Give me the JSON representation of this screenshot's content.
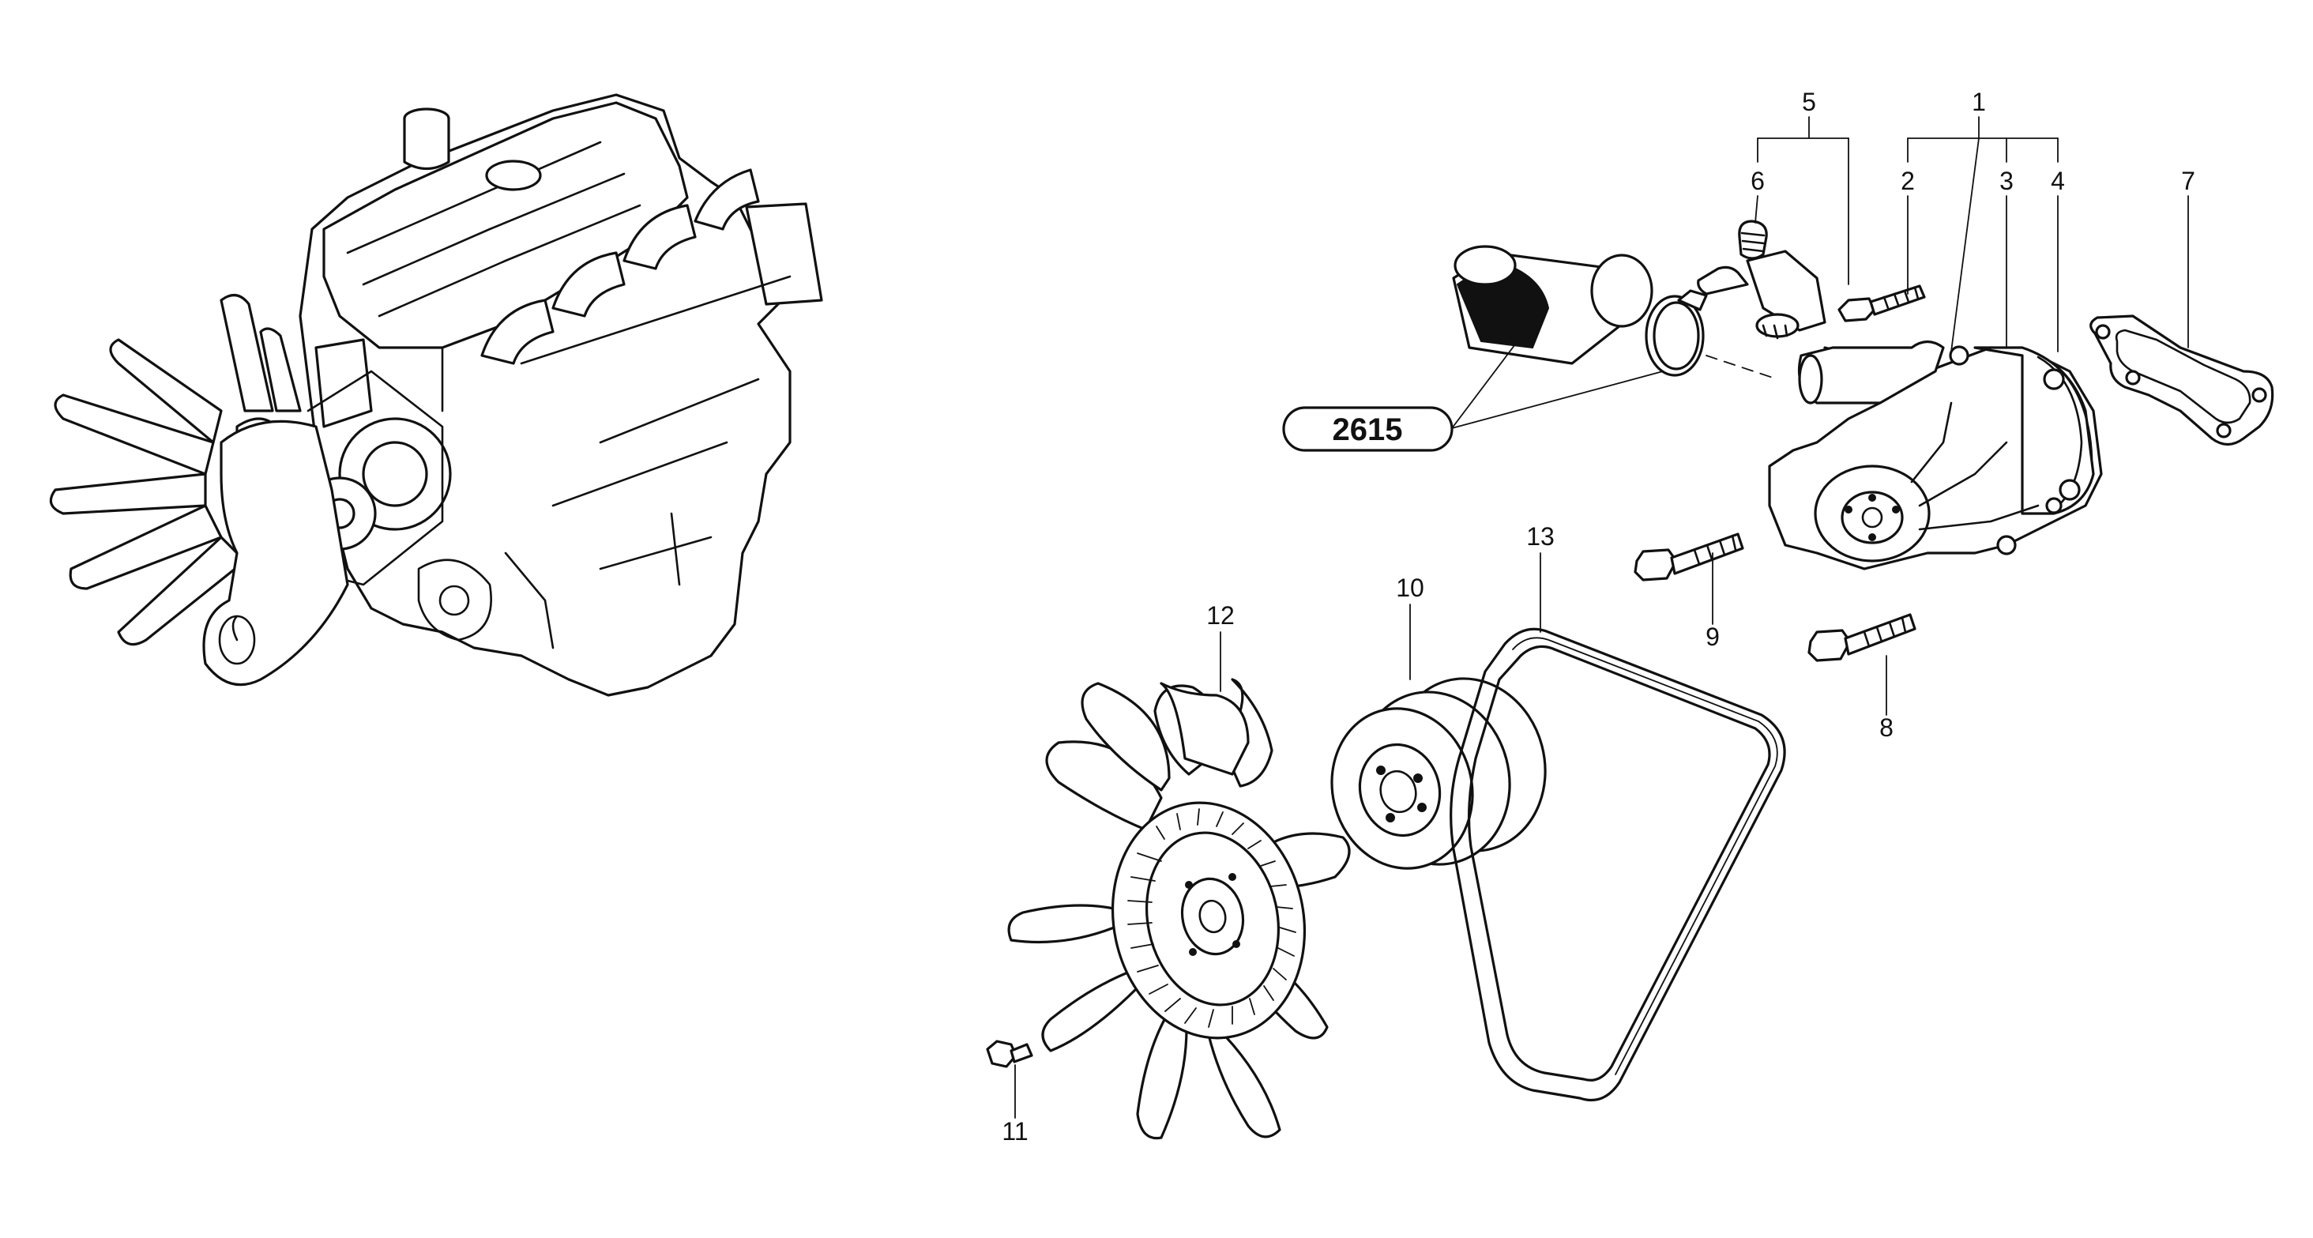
{
  "diagram": {
    "reference_code": "2615",
    "callouts": {
      "c1": "1",
      "c2": "2",
      "c3": "3",
      "c4": "4",
      "c5": "5",
      "c6": "6",
      "c7": "7",
      "c8": "8",
      "c9": "9",
      "c10": "10",
      "c11": "11",
      "c12": "12",
      "c13": "13"
    },
    "colors": {
      "line": "#111111",
      "background": "#ffffff"
    }
  }
}
